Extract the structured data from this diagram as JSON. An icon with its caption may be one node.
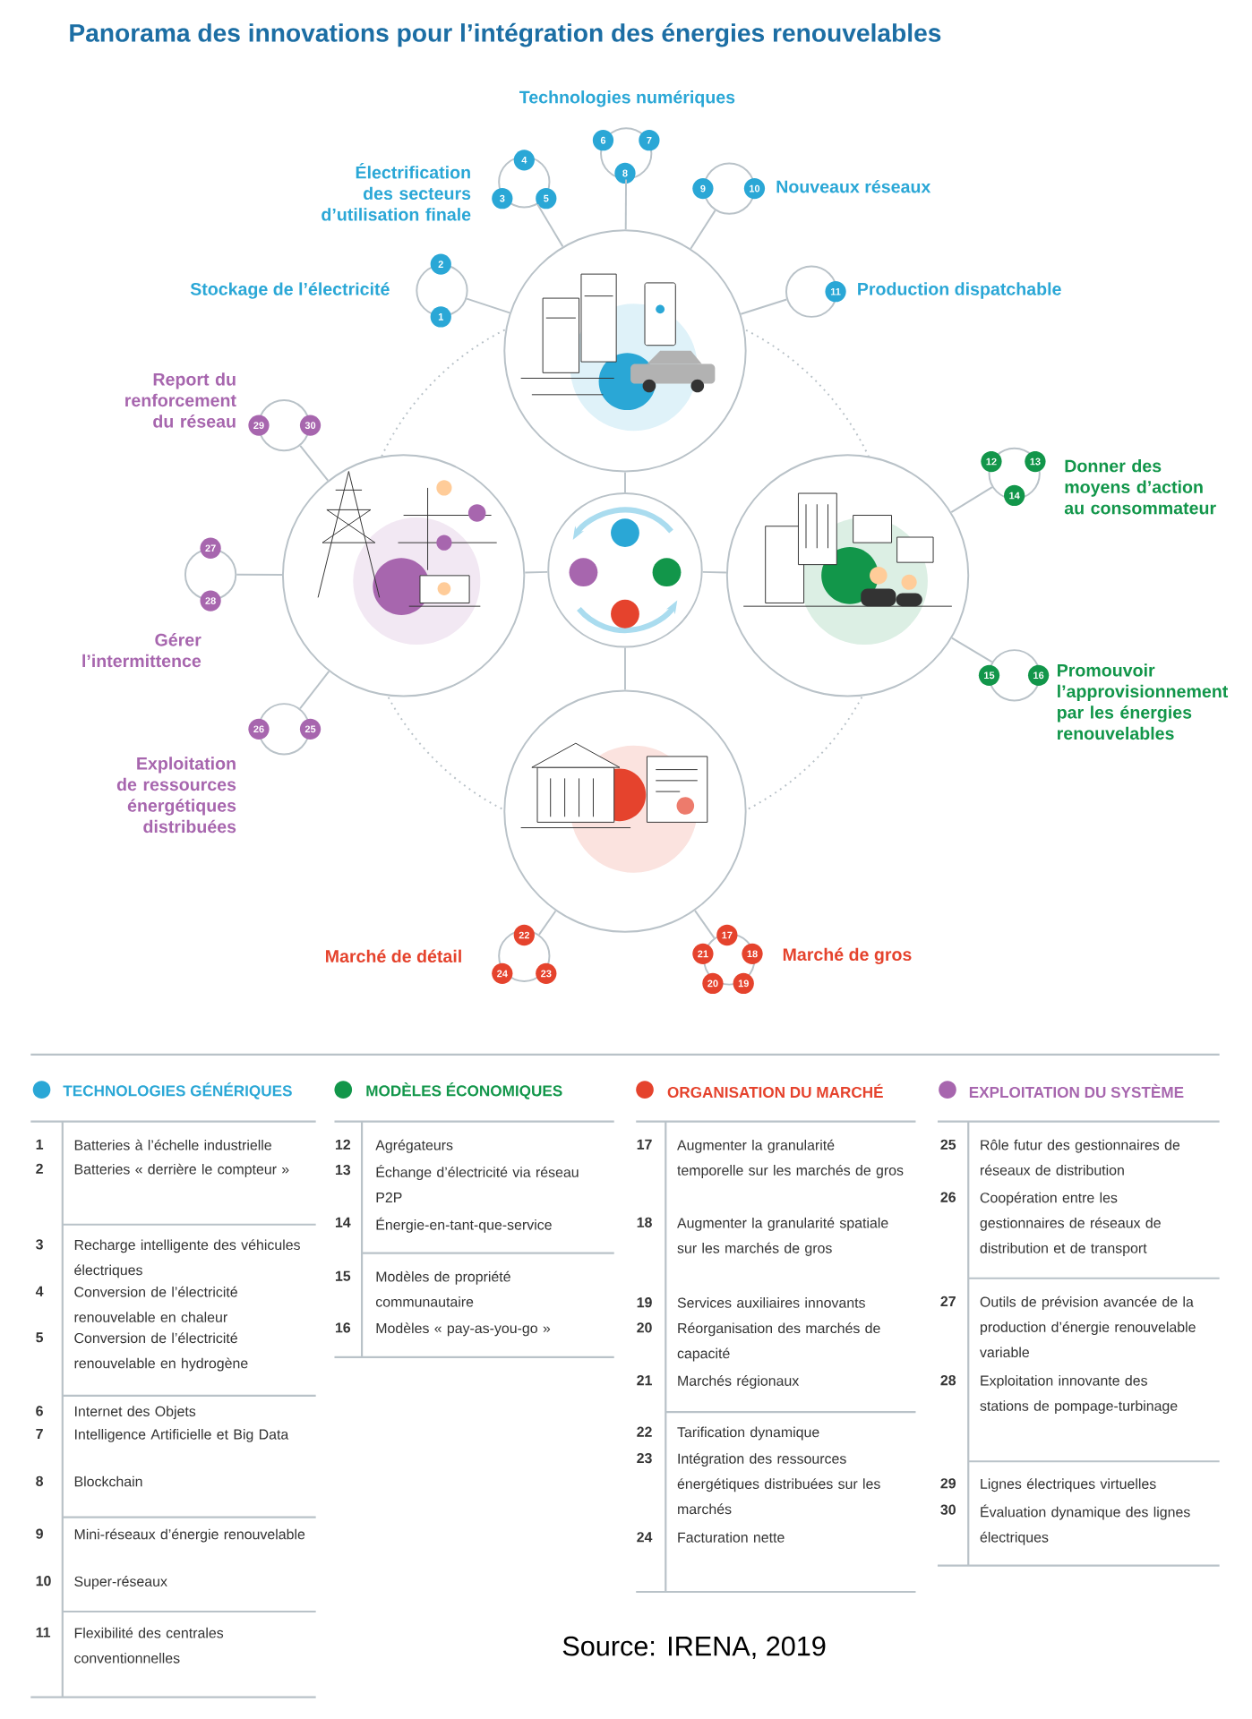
{
  "diagram": {
    "title": "Panorama des innovations pour l’intégration des énergies renouvelables",
    "caption": "Source: IRENA, 2019",
    "nodes": [
      {
        "text": [],
        "shape": "picture"
      },
      {
        "text": [],
        "shape": "picture"
      },
      {
        "text": [],
        "shape": "picture"
      },
      {
        "text": [],
        "shape": "picture"
      },
      {
        "text": [],
        "shape": "picture"
      },
      {
        "text": [],
        "shape": "circle",
        "beside": [
          "Technologies numériques"
        ]
      },
      {
        "text": [
          "6"
        ]
      },
      {
        "text": [
          "7"
        ]
      },
      {
        "text": [
          "8"
        ]
      },
      {
        "text": [],
        "shape": "circle",
        "beside": [
          "Électrification des secteurs d’utilisation finale"
        ]
      },
      {
        "text": [
          "4"
        ]
      },
      {
        "text": [
          "3"
        ]
      },
      {
        "text": [
          "5"
        ]
      },
      {
        "text": [],
        "shape": "circle",
        "beside": [
          "Nouveaux réseaux"
        ]
      },
      {
        "text": [
          "9"
        ]
      },
      {
        "text": [
          "10"
        ]
      },
      {
        "text": [],
        "shape": "circle",
        "beside": [
          "Stockage de l’électricité"
        ]
      },
      {
        "text": [
          "2"
        ]
      },
      {
        "text": [
          "1"
        ]
      },
      {
        "text": [],
        "shape": "circle",
        "beside": [
          "Production dispatchable"
        ]
      },
      {
        "text": [
          "11"
        ]
      },
      {
        "text": [],
        "shape": "circle",
        "beside": [
          "Report du renforcement du réseau"
        ]
      },
      {
        "text": [
          "29"
        ]
      },
      {
        "text": [
          "30"
        ]
      },
      {
        "text": [],
        "shape": "circle",
        "beside": [
          "Gérer l’intermittence"
        ]
      },
      {
        "text": [
          "27"
        ]
      },
      {
        "text": [
          "28"
        ]
      },
      {
        "text": [],
        "shape": "circle",
        "beside": [
          "Exploitation de ressources énergétiques distribuées"
        ]
      },
      {
        "text": [
          "26"
        ]
      },
      {
        "text": [
          "25"
        ]
      },
      {
        "text": [],
        "shape": "circle",
        "beside": [
          "Donner des moyens d’action au consommateur"
        ]
      },
      {
        "text": [
          "12"
        ]
      },
      {
        "text": [
          "13"
        ]
      },
      {
        "text": [
          "14"
        ]
      },
      {
        "text": [],
        "shape": "circle",
        "beside": [
          "Promouvoir l’approvisionnement par les énergies renouvelables"
        ]
      },
      {
        "text": [
          "15"
        ]
      },
      {
        "text": [
          "16"
        ]
      },
      {
        "text": [],
        "shape": "circle",
        "beside": [
          "Marché de détail"
        ]
      },
      {
        "text": [
          "22"
        ]
      },
      {
        "text": [
          "24"
        ]
      },
      {
        "text": [
          "23"
        ]
      },
      {
        "text": [],
        "shape": "circle",
        "beside": [
          "Marché de gros"
        ]
      },
      {
        "text": [
          "17"
        ]
      },
      {
        "text": [
          "21"
        ]
      },
      {
        "text": [
          "18"
        ]
      },
      {
        "text": [
          "20"
        ]
      },
      {
        "text": [
          "19"
        ]
      }
    ],
    "edges": [
      {
        "from": 0,
        "to": 1,
        "arrow": "none"
      },
      {
        "from": 0,
        "to": 2,
        "arrow": "none"
      },
      {
        "from": 0,
        "to": 3,
        "arrow": "none"
      },
      {
        "from": 0,
        "to": 4,
        "arrow": "none"
      },
      {
        "from": 1,
        "to": 5,
        "arrow": "none"
      },
      {
        "from": 1,
        "to": 9,
        "arrow": "none"
      },
      {
        "from": 1,
        "to": 13,
        "arrow": "none"
      },
      {
        "from": 1,
        "to": 16,
        "arrow": "none"
      },
      {
        "from": 1,
        "to": 19,
        "arrow": "none"
      },
      {
        "from": 2,
        "to": 21,
        "arrow": "none"
      },
      {
        "from": 2,
        "to": 24,
        "arrow": "none"
      },
      {
        "from": 2,
        "to": 27,
        "arrow": "none"
      },
      {
        "from": 3,
        "to": 30,
        "arrow": "none"
      },
      {
        "from": 3,
        "to": 34,
        "arrow": "none"
      },
      {
        "from": 4,
        "to": 37,
        "arrow": "none"
      },
      {
        "from": 4,
        "to": 41,
        "arrow": "none"
      }
    ],
    "labels": [
      "1",
      "Batteries à l’échelle industrielle",
      "2",
      "Batteries « derrière le compteur »",
      "3",
      "Recharge intelligente des véhicules électriques",
      "4",
      "Conversion de l’électricité renouvelable en chaleur",
      "5",
      "Conversion de l’électricité renouvelable en hydrogène",
      "6",
      "Internet des Objets",
      "7",
      "Intelligence Artificielle et Big Data",
      "8",
      "Blockchain",
      "9",
      "Mini-réseaux d’énergie renouvelable",
      "10",
      "Super-réseaux",
      "11",
      "Flexibilité des centrales conventionnelles",
      "12",
      "Agrégateurs",
      "13",
      "Échange d’électricité via réseau P2P",
      "14",
      "Énergie-en-tant-que-service",
      "15",
      "Modèles de propriété communautaire",
      "16",
      "Modèles « pay-as-you-go »",
      "17",
      "Augmenter la granularité temporelle sur les marchés de gros",
      "18",
      "Augmenter la granularité spatiale sur les marchés de gros",
      "19",
      "Services auxiliaires innovants",
      "20",
      "Réorganisation des marchés de capacité",
      "21",
      "Marchés régionaux",
      "22",
      "Tarification dynamique",
      "23",
      "Intégration des ressources énergétiques distribuées sur les marchés",
      "24",
      "Facturation nette",
      "25",
      "Rôle futur des gestionnaires de réseaux de distribution",
      "26",
      "Coopération entre les gestionnaires de réseaux de distribution et de transport",
      "27",
      "Outils de prévision avancée de la production d’énergie renouvelable variable",
      "28",
      "Exploitation innovante des stations de pompage-turbinage",
      "29",
      "Lignes électriques virtuelles",
      "30",
      "Évaluation dynamique des lignes électriques"
    ],
    "legend": [
      {
        "text": "TECHNOLOGIES GÉNÉRIQUES",
        "color": "#2aa7d6"
      },
      {
        "text": "MODÈLES ÉCONOMIQUES",
        "color": "#12964a"
      },
      {
        "text": "ORGANISATION DU MARCHÉ",
        "color": "#e5432d"
      },
      {
        "text": "EXPLOITATION DU SYSTÈME",
        "color": "#a766ae"
      }
    ]
  }
}
